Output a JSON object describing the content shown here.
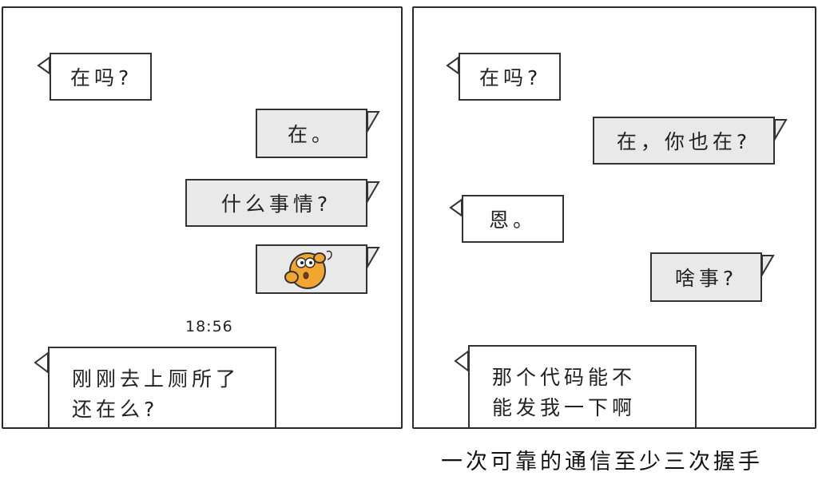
{
  "left_panel": {
    "messages": [
      {
        "text": "在吗?"
      },
      {
        "text": "在。"
      },
      {
        "text": "什么事情?"
      },
      {
        "sticker": "confused-face-icon"
      },
      {
        "lines": [
          "刚刚去上厕所了",
          "还在么?"
        ]
      }
    ],
    "timestamp": "18:56"
  },
  "right_panel": {
    "messages": [
      {
        "text": "在吗?"
      },
      {
        "text": "在，你也在?"
      },
      {
        "text": "恩。"
      },
      {
        "text": "啥事?"
      },
      {
        "lines": [
          "那个代码能不",
          "能发我一下啊"
        ]
      }
    ]
  },
  "caption": "一次可靠的通信至少三次握手",
  "colors": {
    "bubble_outgoing": "#e9e9e9",
    "bubble_incoming": "#ffffff",
    "outline": "#333333",
    "sticker_face": "#f0a630"
  }
}
